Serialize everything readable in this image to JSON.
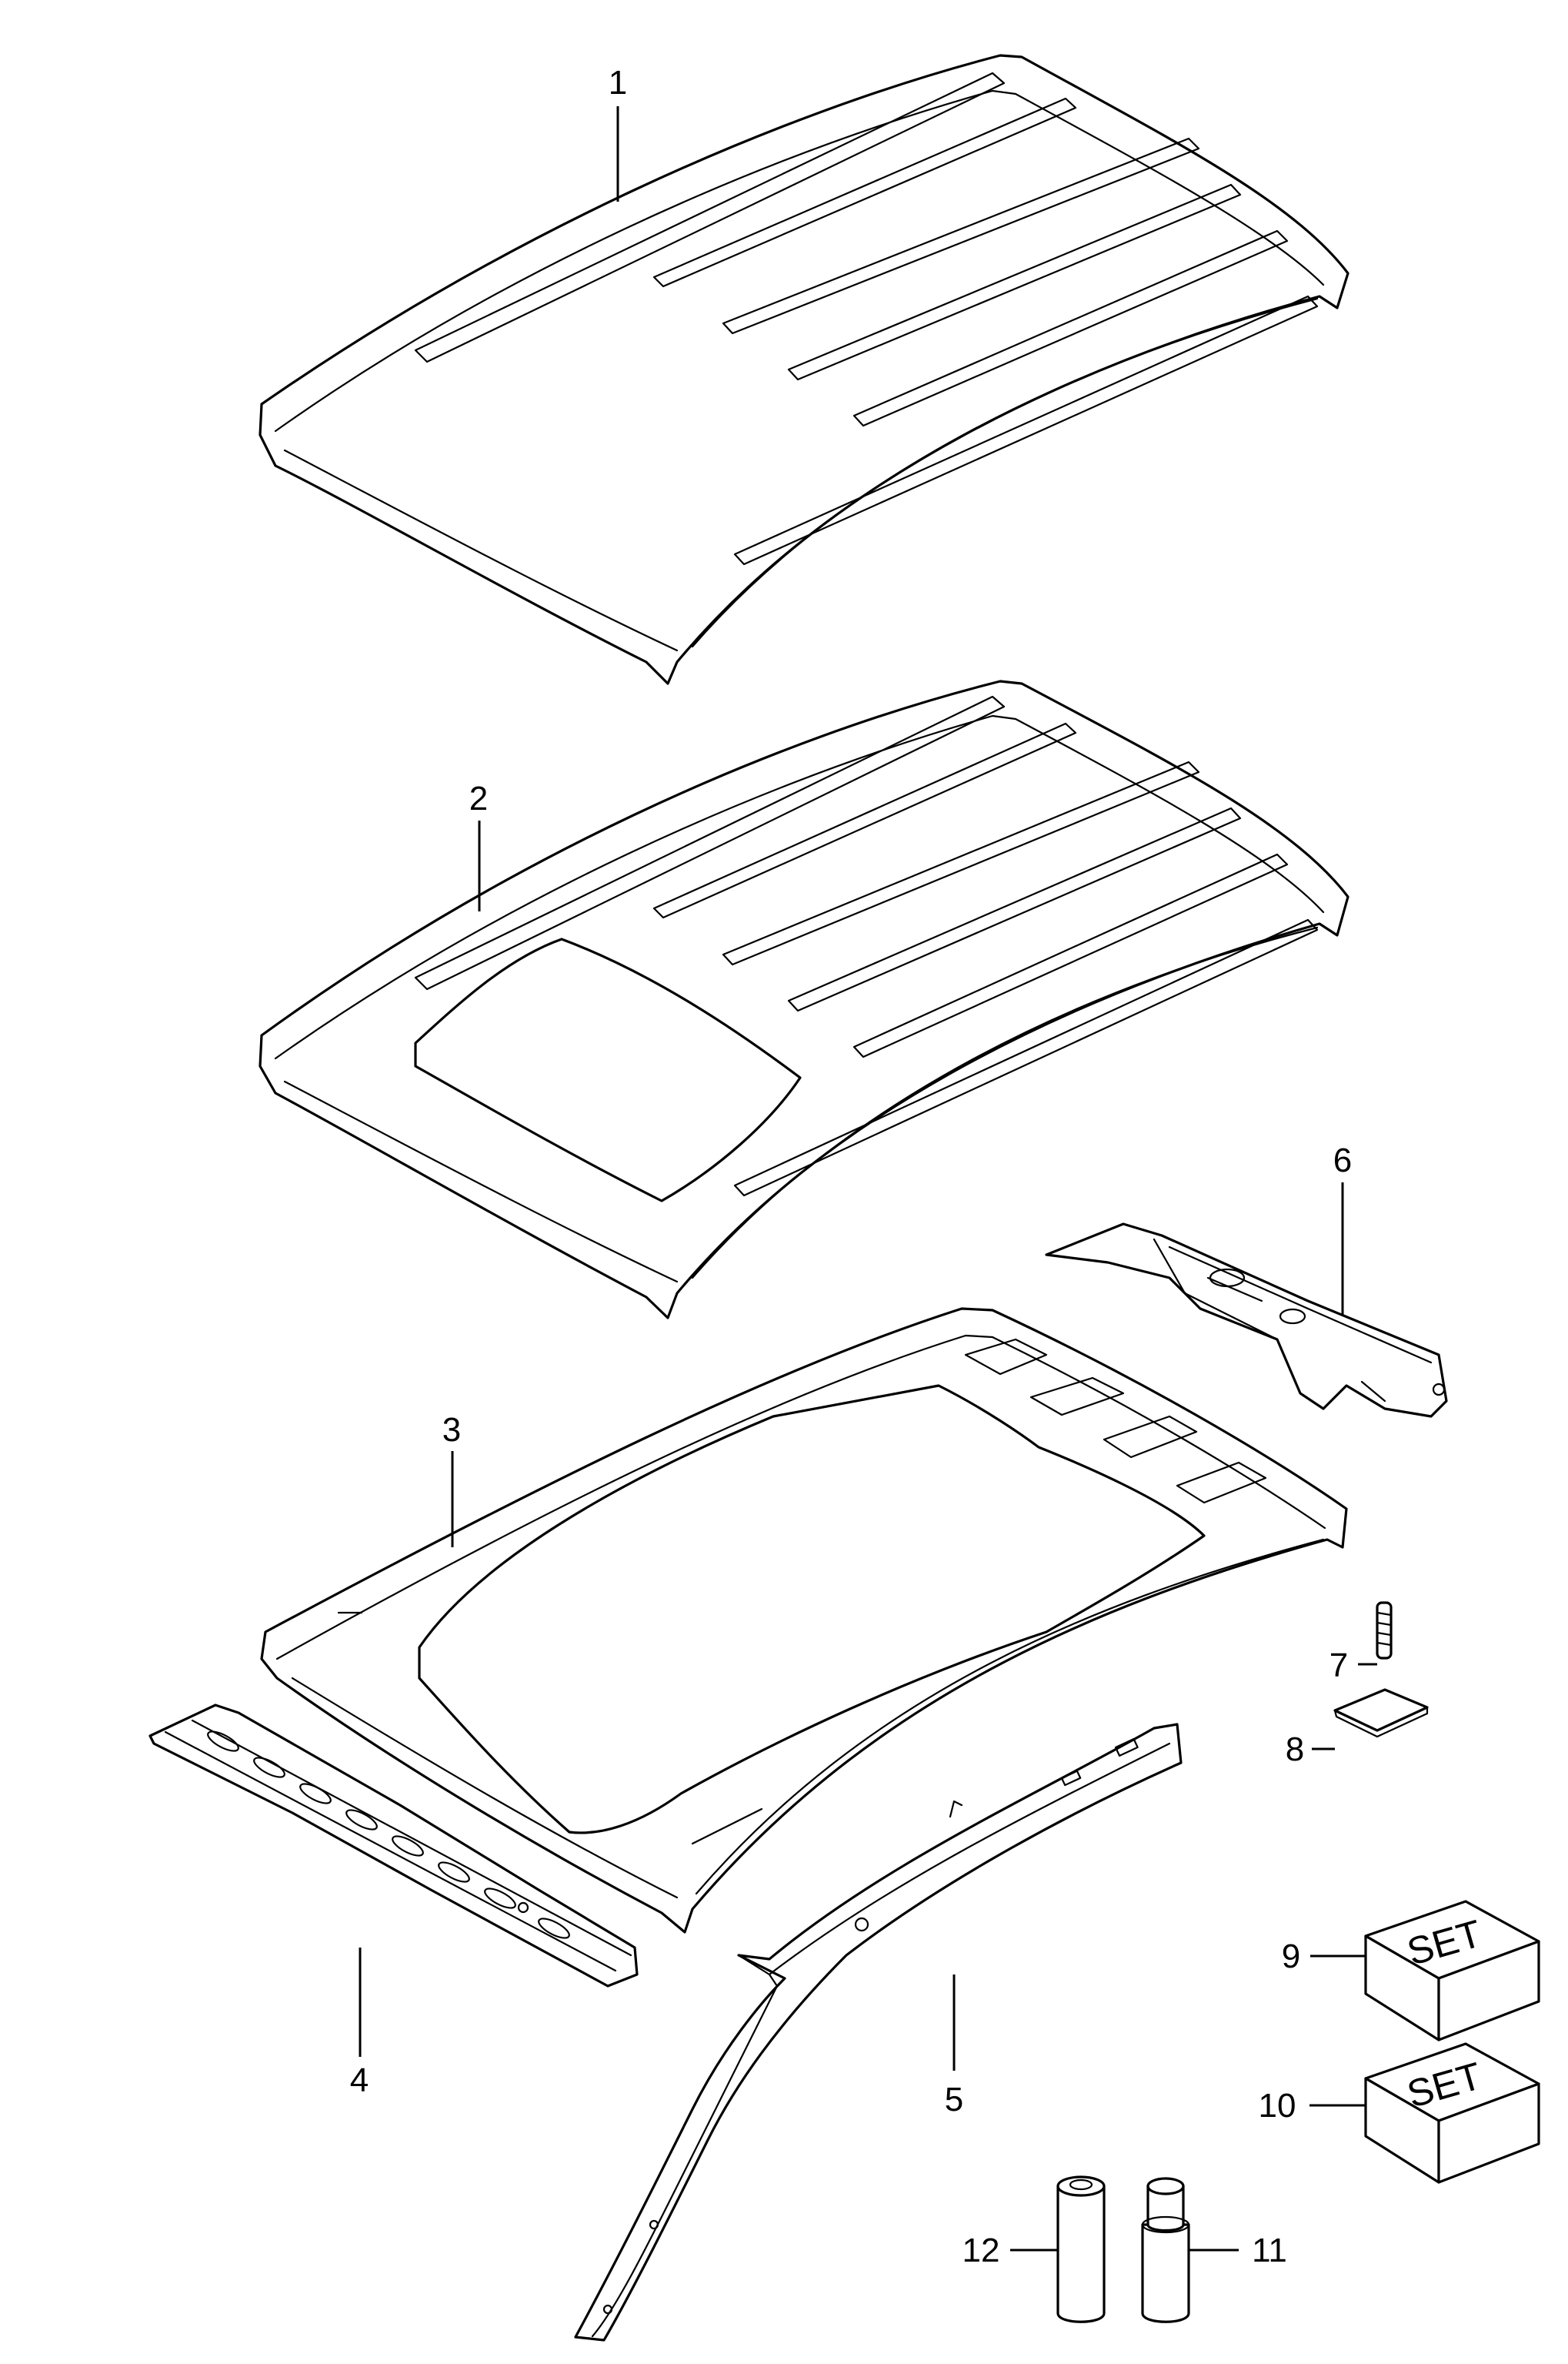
{
  "callouts": [
    "1",
    "2",
    "3",
    "4",
    "5",
    "6",
    "7",
    "8",
    "9",
    "10",
    "11",
    "12"
  ],
  "set_label": "SET"
}
